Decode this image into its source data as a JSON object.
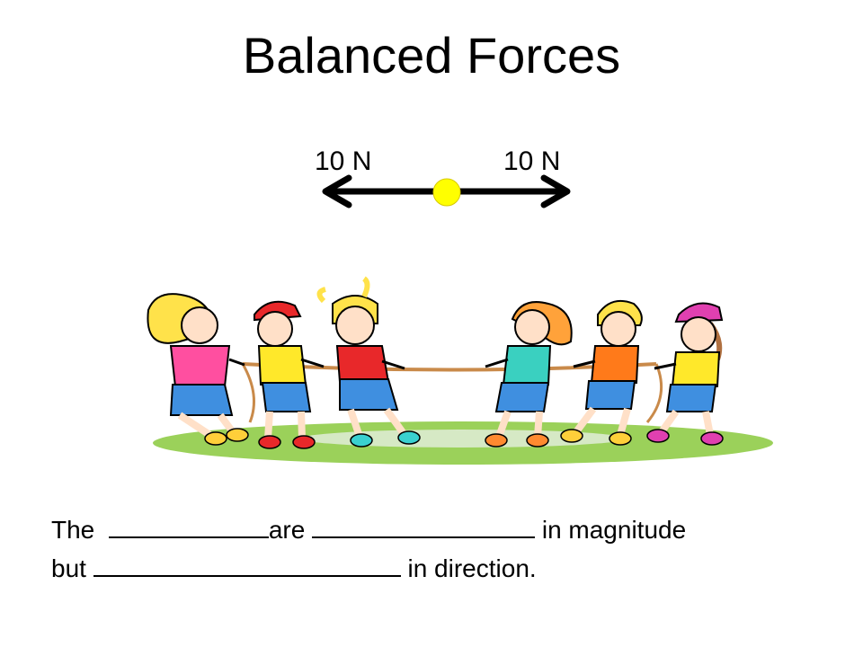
{
  "title": "Balanced Forces",
  "forces": {
    "left_label": "10 N",
    "right_label": "10 N"
  },
  "sentence": {
    "line1_a": "The ",
    "line1_b": "are ",
    "line1_c": " in magnitude",
    "line2_a": "but ",
    "line2_b": " in direction."
  },
  "colors": {
    "ball": "#ffff00",
    "grass": "#9bd15a",
    "rope": "#c98a4a"
  }
}
